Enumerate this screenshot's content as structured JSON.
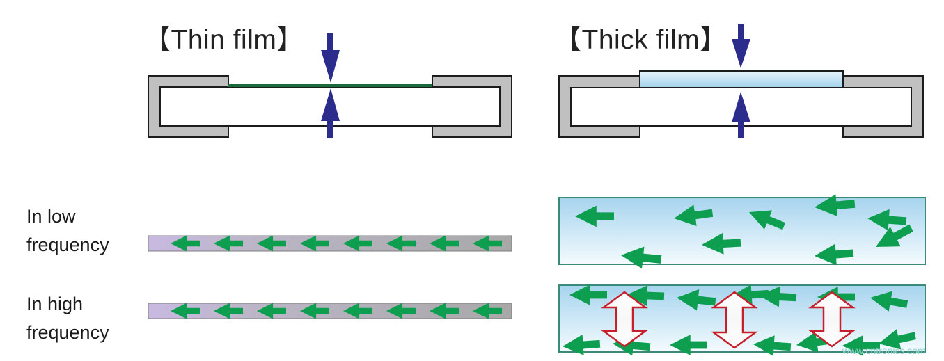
{
  "panels": {
    "thin": {
      "title": "【Thin film】"
    },
    "thick": {
      "title": "【Thick film】"
    }
  },
  "rows": {
    "low": {
      "line1": "In low",
      "line2": "frequency"
    },
    "high": {
      "line1": "In high",
      "line2": "frequency"
    }
  },
  "watermark": "www.cntronics.com",
  "colors": {
    "electrode_gray": "#c0c0c0",
    "thickness_arrow_navy": "#2b2c8c",
    "thin_film_green": "#1a6b3a",
    "thick_film_fill_light": "#e3f3fb",
    "thick_film_fill_dark": "#9ed1ec",
    "current_arrow_green": "#0e9e4f",
    "strip_lavender": "#cbbfe0",
    "strip_gray": "#aaaaaa",
    "vertical_arrow_red": "#c8202a",
    "box_border_teal": "#3a8a7a"
  },
  "icons": {
    "thickness_arrow": "down-up-arrow-icon",
    "current_arrow": "left-arrow-icon",
    "high_frequency_arrow": "up-down-double-arrow-icon"
  }
}
